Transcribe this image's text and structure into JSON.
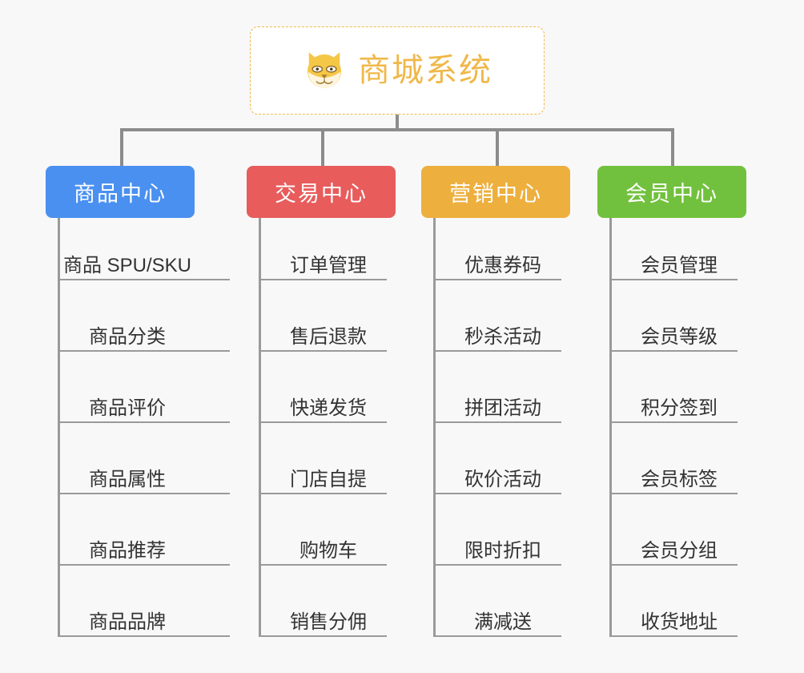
{
  "root": {
    "title": "商城系统",
    "icon": "shiba-dog-face-icon",
    "border_color": "#f0b849",
    "text_color": "#f0b849",
    "background": "#ffffff"
  },
  "canvas": {
    "background": "#f8f8f8",
    "connector_color": "#8c8c8c",
    "rule_color": "#9a9a9a",
    "leaf_text_color": "#333333"
  },
  "columns": [
    {
      "id": "product-center",
      "label": "商品中心",
      "color": "#4a90f0",
      "items": [
        "商品 SPU/SKU",
        "商品分类",
        "商品评价",
        "商品属性",
        "商品推荐",
        "商品品牌"
      ]
    },
    {
      "id": "trade-center",
      "label": "交易中心",
      "color": "#e85c5c",
      "items": [
        "订单管理",
        "售后退款",
        "快递发货",
        "门店自提",
        "购物车",
        "销售分佣"
      ]
    },
    {
      "id": "marketing-center",
      "label": "营销中心",
      "color": "#edaf3e",
      "items": [
        "优惠券码",
        "秒杀活动",
        "拼团活动",
        "砍价活动",
        "限时折扣",
        "满减送"
      ]
    },
    {
      "id": "member-center",
      "label": "会员中心",
      "color": "#72c13e",
      "items": [
        "会员管理",
        "会员等级",
        "积分签到",
        "会员标签",
        "会员分组",
        "收货地址"
      ]
    }
  ]
}
